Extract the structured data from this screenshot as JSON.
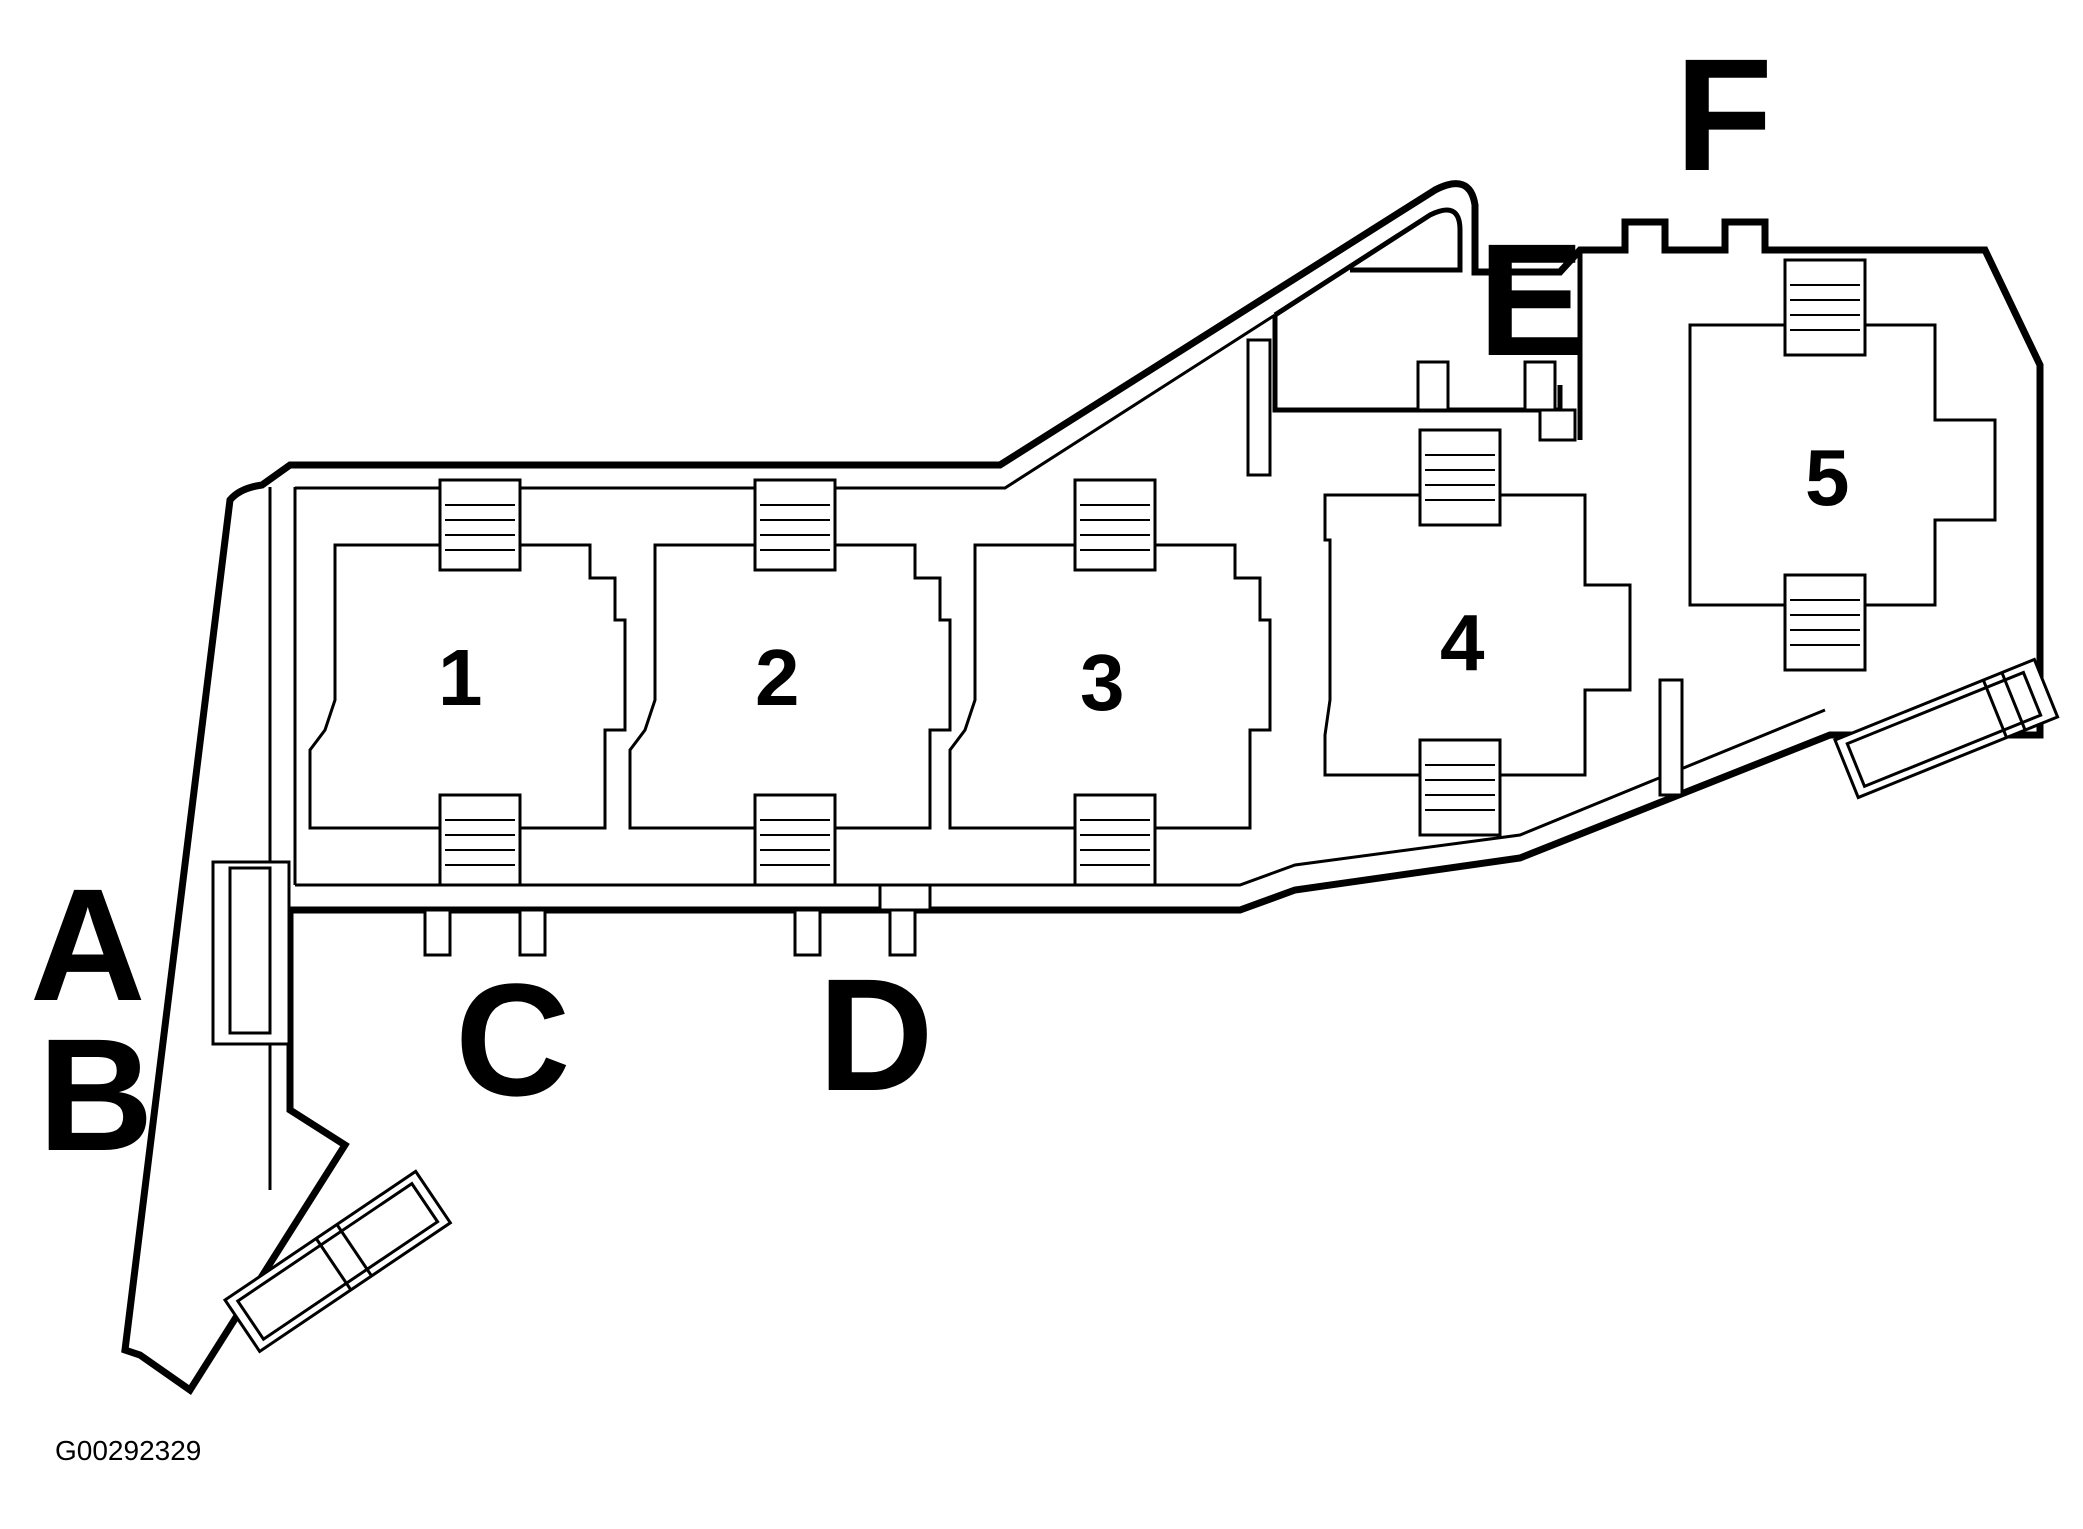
{
  "labels": {
    "a": "A",
    "b": "B",
    "c": "C",
    "d": "D",
    "e": "E",
    "f": "F"
  },
  "relays": [
    "1",
    "2",
    "3",
    "4",
    "5"
  ],
  "figure_code": "G00292329"
}
